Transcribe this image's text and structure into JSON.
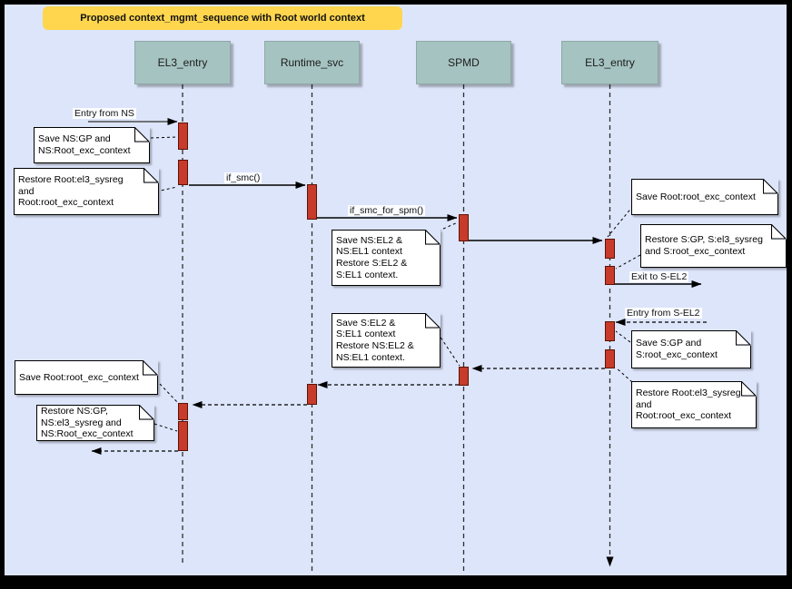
{
  "title": "Proposed context_mgmt_sequence with Root world context",
  "lifelines": [
    {
      "label": "EL3_entry"
    },
    {
      "label": "Runtime_svc"
    },
    {
      "label": "SPMD"
    },
    {
      "label": "EL3_entry"
    }
  ],
  "messages": {
    "entry_from_ns": "Entry from NS",
    "if_smc": "if_smc()",
    "if_smc_for_spm": "if_smc_for_spm()",
    "exit_to_s_el2": "Exit to S-EL2",
    "entry_from_s_el2": "Entry from S-EL2"
  },
  "notes": [
    {
      "text": "Save NS:GP and\nNS:Root_exc_context"
    },
    {
      "text": "Restore Root:el3_sysreg\nand\nRoot:root_exc_context"
    },
    {
      "text": "Save NS:EL2 &\nNS:EL1 context\nRestore S:EL2 &\nS:EL1 context."
    },
    {
      "text": "Save Root:root_exc_context"
    },
    {
      "text": "Restore S:GP, S:el3_sysreg\nand S:root_exc_context"
    },
    {
      "text": "Save S:GP and\nS:root_exc_context"
    },
    {
      "text": "Restore Root:el3_sysreg\nand\nRoot:root_exc_context"
    },
    {
      "text": "Save S:EL2 &\nS:EL1 context\nRestore NS:EL2 &\nNS:EL1 context."
    },
    {
      "text": "Save Root:root_exc_context"
    },
    {
      "text": "Restore NS:GP,\nNS:el3_sysreg and\nNS:Root_exc_context"
    }
  ],
  "colors": {
    "canvas_background": "#dde5fa",
    "frame": "#000000",
    "title_background": "#ffd64d",
    "lifeline_fill": "#a5c3c0",
    "activation_fill": "#c63b2a",
    "activation_border": "#5f1206",
    "note_fill": "#ffffff"
  }
}
